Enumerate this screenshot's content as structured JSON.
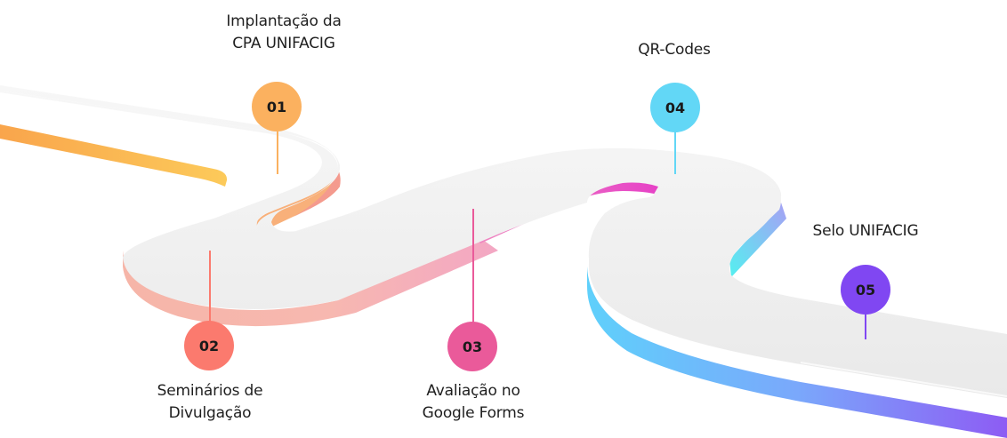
{
  "milestones": [
    {
      "number": "01",
      "title_lines": [
        "Implantação da",
        "CPA UNIFACIG"
      ],
      "color": "#fbb15f"
    },
    {
      "number": "02",
      "title_lines": [
        "Seminários de",
        "Divulgação"
      ],
      "color": "#fb7a6e"
    },
    {
      "number": "03",
      "title_lines": [
        "Avaliação no",
        "Google Forms"
      ],
      "color": "#ea5a9a"
    },
    {
      "number": "04",
      "title_lines": [
        "QR-Codes"
      ],
      "color": "#62d7f6"
    },
    {
      "number": "05",
      "title_lines": [
        "Selo UNIFACIG"
      ],
      "color": "#8047f2"
    }
  ]
}
